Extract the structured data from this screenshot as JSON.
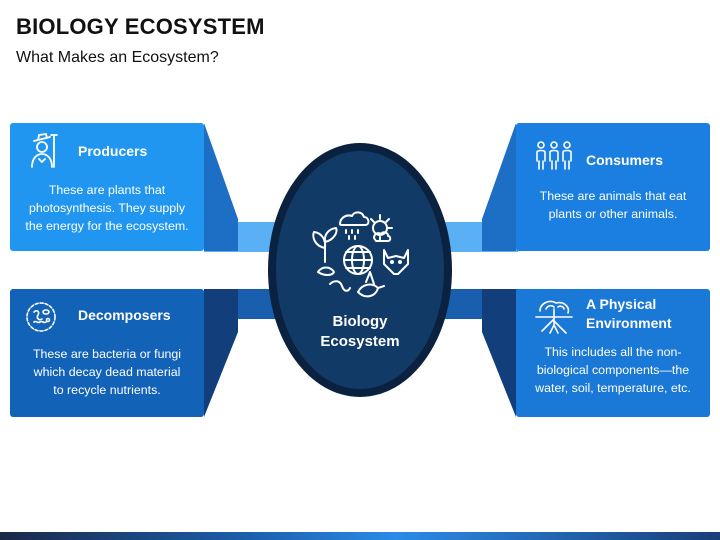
{
  "header": {
    "title": "BIOLOGY ECOSYSTEM",
    "subtitle": "What Makes an Ecosystem?"
  },
  "center": {
    "label_line1": "Biology",
    "label_line2": "Ecosystem",
    "icons": [
      "seedling-icon",
      "rain-cloud-icon",
      "sun-cloud-icon",
      "globe-icon",
      "fox-icon",
      "worm-icon",
      "bird-icon"
    ]
  },
  "cards": {
    "producers": {
      "title": "Producers",
      "line1": "These are plants that",
      "line2": "photosynthesis. They supply",
      "line3": "the energy for the ecosystem.",
      "icon": "farmer-icon"
    },
    "decomposers": {
      "title": "Decomposers",
      "line1": "These are bacteria or fungi",
      "line2": "which decay dead material",
      "line3": "to recycle nutrients.",
      "icon": "bacteria-icon"
    },
    "consumers": {
      "title": "Consumers",
      "line1": "These are animals that eat",
      "line2": "plants or other animals.",
      "icon": "people-group-icon"
    },
    "physical": {
      "title_line1": "A Physical",
      "title_line2": "Environment",
      "line1": "This includes all the non-",
      "line2": "biological components—the",
      "line3": "water, soil, temperature, etc.",
      "icon": "tree-roots-icon"
    }
  },
  "colors": {
    "card_light": "#2196f0",
    "card_mid": "#1a78d6",
    "card_dark": "#1262b8",
    "connector_light": "#5ab0f5",
    "connector_dark": "#1a5fae",
    "oval_fill": "#123a66",
    "oval_ring": "#0a223f"
  }
}
